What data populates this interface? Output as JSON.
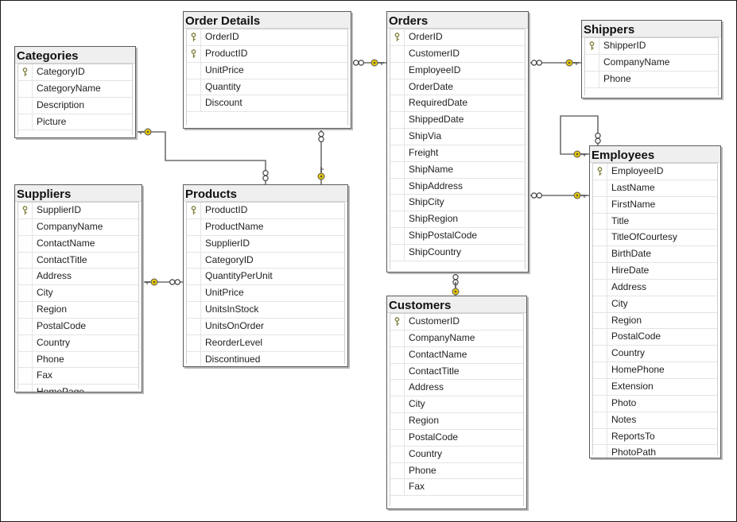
{
  "tables": {
    "order_details": {
      "title": "Order Details",
      "columns": [
        "OrderID",
        "ProductID",
        "UnitPrice",
        "Quantity",
        "Discount"
      ],
      "keys": [
        true,
        true,
        false,
        false,
        false
      ]
    },
    "orders": {
      "title": "Orders",
      "columns": [
        "OrderID",
        "CustomerID",
        "EmployeeID",
        "OrderDate",
        "RequiredDate",
        "ShippedDate",
        "ShipVia",
        "Freight",
        "ShipName",
        "ShipAddress",
        "ShipCity",
        "ShipRegion",
        "ShipPostalCode",
        "ShipCountry"
      ],
      "keys": [
        true,
        false,
        false,
        false,
        false,
        false,
        false,
        false,
        false,
        false,
        false,
        false,
        false,
        false
      ]
    },
    "shippers": {
      "title": "Shippers",
      "columns": [
        "ShipperID",
        "CompanyName",
        "Phone"
      ],
      "keys": [
        true,
        false,
        false
      ]
    },
    "categories": {
      "title": "Categories",
      "columns": [
        "CategoryID",
        "CategoryName",
        "Description",
        "Picture"
      ],
      "keys": [
        true,
        false,
        false,
        false
      ]
    },
    "employees": {
      "title": "Employees",
      "columns": [
        "EmployeeID",
        "LastName",
        "FirstName",
        "Title",
        "TitleOfCourtesy",
        "BirthDate",
        "HireDate",
        "Address",
        "City",
        "Region",
        "PostalCode",
        "Country",
        "HomePhone",
        "Extension",
        "Photo",
        "Notes",
        "ReportsTo",
        "PhotoPath"
      ],
      "keys": [
        true,
        false,
        false,
        false,
        false,
        false,
        false,
        false,
        false,
        false,
        false,
        false,
        false,
        false,
        false,
        false,
        false,
        false
      ]
    },
    "suppliers": {
      "title": "Suppliers",
      "columns": [
        "SupplierID",
        "CompanyName",
        "ContactName",
        "ContactTitle",
        "Address",
        "City",
        "Region",
        "PostalCode",
        "Country",
        "Phone",
        "Fax",
        "HomePage"
      ],
      "keys": [
        true,
        false,
        false,
        false,
        false,
        false,
        false,
        false,
        false,
        false,
        false,
        false
      ]
    },
    "products": {
      "title": "Products",
      "columns": [
        "ProductID",
        "ProductName",
        "SupplierID",
        "CategoryID",
        "QuantityPerUnit",
        "UnitPrice",
        "UnitsInStock",
        "UnitsOnOrder",
        "ReorderLevel",
        "Discontinued"
      ],
      "keys": [
        true,
        false,
        false,
        false,
        false,
        false,
        false,
        false,
        false,
        false
      ]
    },
    "customers": {
      "title": "Customers",
      "columns": [
        "CustomerID",
        "CompanyName",
        "ContactName",
        "ContactTitle",
        "Address",
        "City",
        "Region",
        "PostalCode",
        "Country",
        "Phone",
        "Fax"
      ],
      "keys": [
        true,
        false,
        false,
        false,
        false,
        false,
        false,
        false,
        false,
        false,
        false
      ]
    }
  },
  "colors": {
    "key_gold": "#e8c800",
    "line": "#6e6e6e",
    "header_bg": "#efefef"
  },
  "icons": {
    "primary_key": "key-icon",
    "many_end": "infinity-icon"
  }
}
